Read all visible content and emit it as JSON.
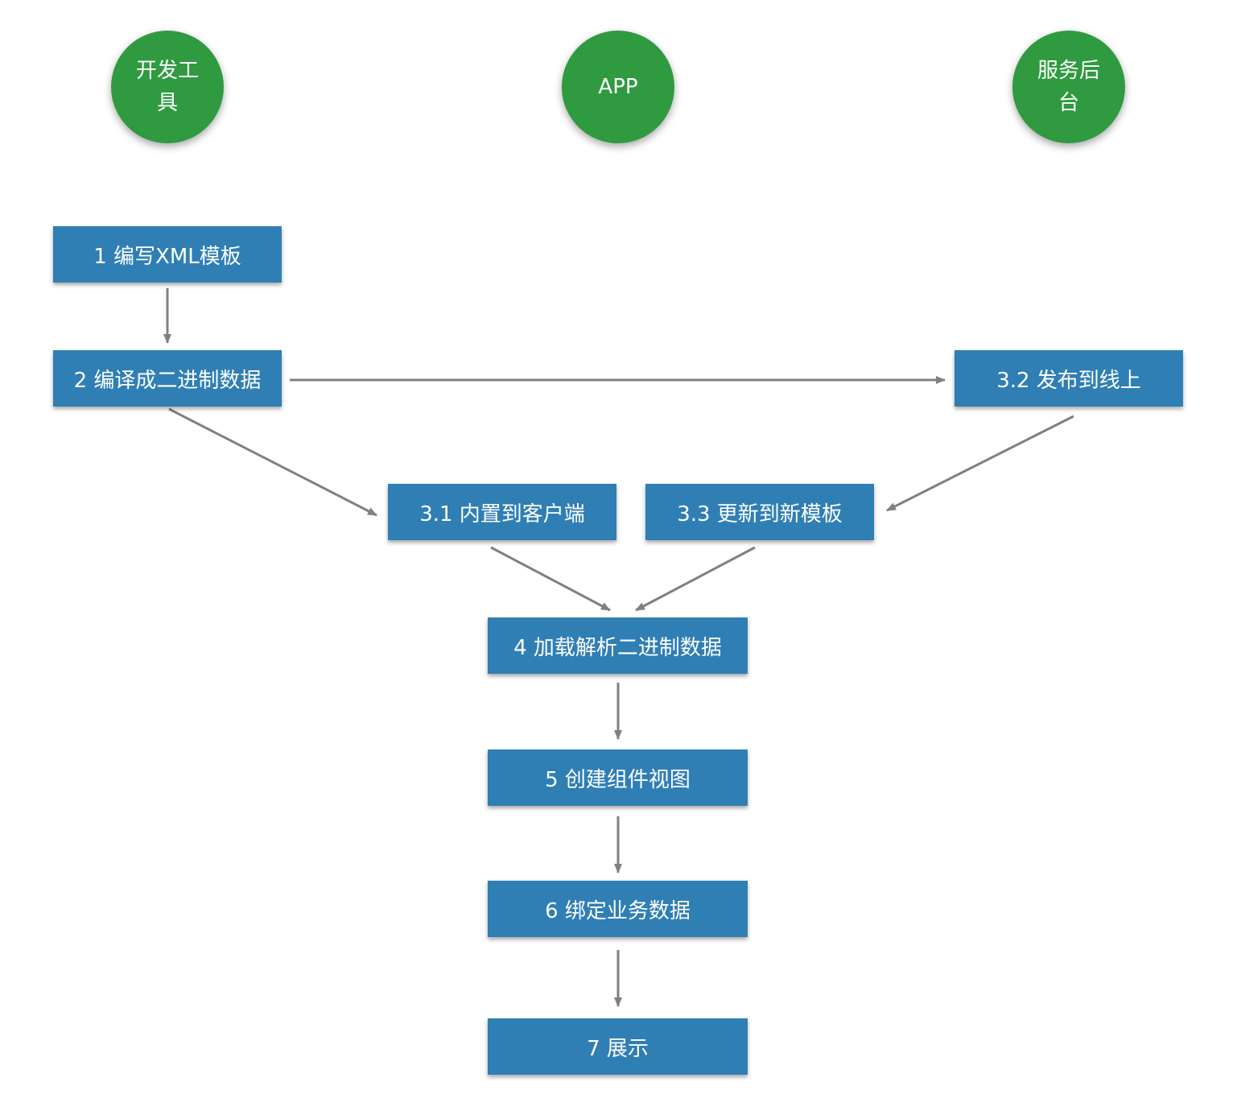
{
  "lanes": [
    {
      "id": "dev-tools",
      "label": "开发工具"
    },
    {
      "id": "app",
      "label": "APP"
    },
    {
      "id": "backend",
      "label": "服务后台"
    }
  ],
  "steps": {
    "s1": "1 编写XML模板",
    "s2": "2 编译成二进制数据",
    "s31": "3.1 内置到客户端",
    "s32": "3.2 发布到线上",
    "s33": "3.3 更新到新模板",
    "s4": "4 加载解析二进制数据",
    "s5": "5 创建组件视图",
    "s6": "6 绑定业务数据",
    "s7": "7 展示"
  },
  "colors": {
    "lane": "#2f9a3f",
    "step": "#2f7fb5",
    "arrow": "#808080"
  }
}
